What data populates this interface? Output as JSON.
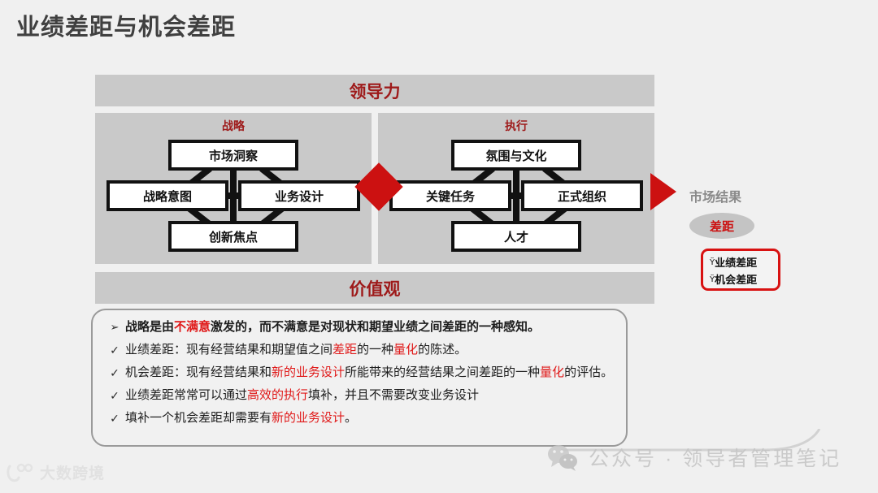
{
  "page": {
    "title": "业绩差距与机会差距"
  },
  "framework": {
    "leadership_label": "领导力",
    "values_label": "价值观",
    "strategy": {
      "title": "战略",
      "nodes": {
        "top": "市场洞察",
        "left": "战略意图",
        "right": "业务设计",
        "bottom": "创新焦点"
      }
    },
    "execution": {
      "title": "执行",
      "nodes": {
        "top": "氛围与文化",
        "left": "关键任务",
        "right": "正式组织",
        "bottom": "人才"
      }
    }
  },
  "outcome": {
    "market_result_label": "市场结果",
    "gap_label": "差距",
    "gap_items": [
      {
        "mark": "Ÿ",
        "label": "业绩差距"
      },
      {
        "mark": "Ÿ",
        "label": "机会差距"
      }
    ]
  },
  "notes": {
    "bullets": [
      {
        "mark": "➢",
        "emphasis": "bold",
        "segments": [
          {
            "text": "战略是由",
            "color": "default"
          },
          {
            "text": "不满意",
            "color": "red"
          },
          {
            "text": "激发的，而不满意是对现状和期望业绩之间差距的一种感知。",
            "color": "default"
          }
        ]
      },
      {
        "mark": "✓",
        "emphasis": "normal",
        "segments": [
          {
            "text": "业绩差距：现有经营结果和期望值之间",
            "color": "default"
          },
          {
            "text": "差距",
            "color": "red"
          },
          {
            "text": "的一种",
            "color": "default"
          },
          {
            "text": "量化",
            "color": "red"
          },
          {
            "text": "的陈述。",
            "color": "default"
          }
        ]
      },
      {
        "mark": "✓",
        "emphasis": "normal",
        "segments": [
          {
            "text": "机会差距：现有经营结果和",
            "color": "default"
          },
          {
            "text": "新的业务设计",
            "color": "red"
          },
          {
            "text": "所能带来的经营结果之间差距的一种",
            "color": "default"
          },
          {
            "text": "量化",
            "color": "red"
          },
          {
            "text": "的评估。",
            "color": "default"
          }
        ]
      },
      {
        "mark": "✓",
        "emphasis": "normal",
        "segments": [
          {
            "text": "业绩差距常常可以通过",
            "color": "default"
          },
          {
            "text": "高效的执行",
            "color": "red"
          },
          {
            "text": "填补，并且不需要改变业务设计",
            "color": "default"
          }
        ]
      },
      {
        "mark": "✓",
        "emphasis": "normal",
        "segments": [
          {
            "text": "填补一个机会差距却需要有",
            "color": "default"
          },
          {
            "text": "新的业务设计",
            "color": "red"
          },
          {
            "text": "。",
            "color": "default"
          }
        ]
      }
    ]
  },
  "watermarks": {
    "left_text": "大数跨境",
    "right_text": "公众号 · 领导者管理笔记"
  },
  "colors": {
    "accent_red": "#cc1111",
    "title_red": "#9e1a1a",
    "highlight_red": "#e01818",
    "panel_gray": "#c9c9c9",
    "slide_bg": "#f0f0f0",
    "title_gray": "#404040"
  }
}
